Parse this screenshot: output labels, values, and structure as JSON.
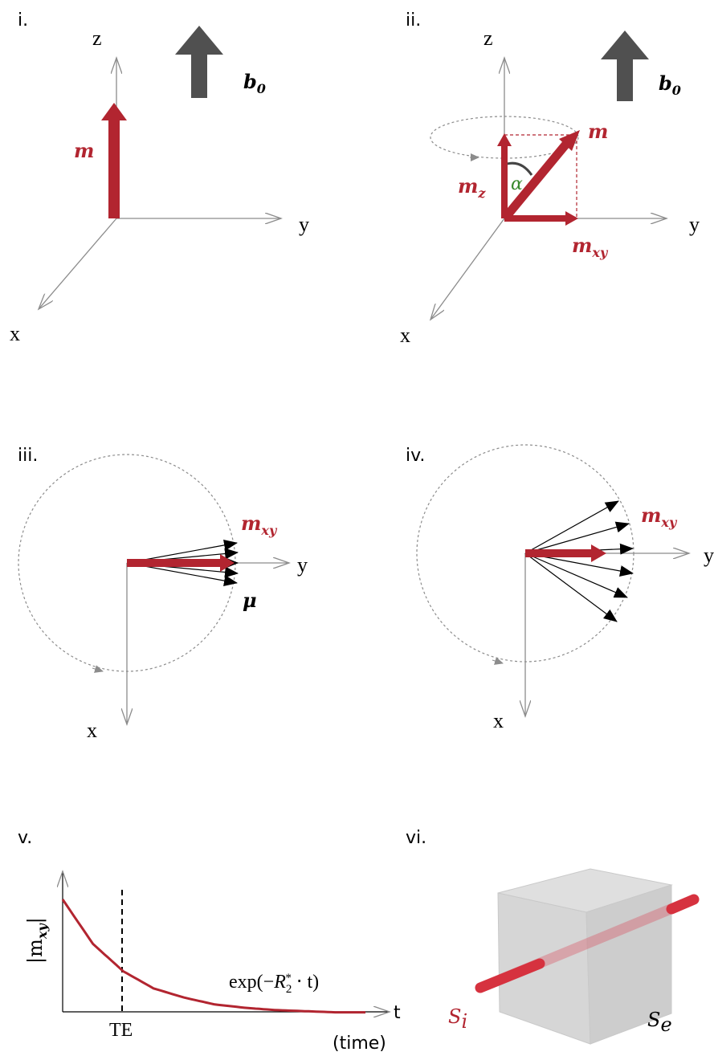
{
  "panels": {
    "i": {
      "label": "i.",
      "z": "z",
      "y": "y",
      "x": "x",
      "m": "m",
      "b0_main": "b",
      "b0_sub": "0"
    },
    "ii": {
      "label": "ii.",
      "z": "z",
      "y": "y",
      "x": "x",
      "m": "m",
      "mz_main": "m",
      "mz_sub": "z",
      "mxy_main": "m",
      "mxy_sub": "xy",
      "alpha": "α",
      "b0_main": "b",
      "b0_sub": "0"
    },
    "iii": {
      "label": "iii.",
      "y": "y",
      "x": "x",
      "mxy_main": "m",
      "mxy_sub": "xy",
      "mu": "μ"
    },
    "iv": {
      "label": "iv.",
      "y": "y",
      "x": "x",
      "mxy_main": "m",
      "mxy_sub": "xy"
    },
    "v": {
      "label": "v.",
      "ylabel_main": "|m",
      "ylabel_sub": "xy",
      "ylabel_end": "|",
      "xlabel_t": "t",
      "xlabel_time": "(time)",
      "te": "TE",
      "curve_label_pre": "exp(−",
      "curve_label_R": "R",
      "curve_label_sub": "2",
      "curve_label_sup": "*",
      "curve_label_post": " ⋅ t)"
    },
    "vi": {
      "label": "vi.",
      "si_main": "S",
      "si_sub": "i",
      "se_main": "S",
      "se_sub": "e"
    }
  },
  "colors": {
    "accent": "#b22530",
    "arrow_gray": "#505050",
    "axis_gray": "#8c8c8c",
    "alpha_green": "#3a8a2e"
  },
  "chart_data": {
    "type": "line",
    "series": [
      {
        "values_description_shape": "exponential decay",
        "x": [
          0,
          1,
          2,
          3,
          4,
          5,
          6,
          7,
          8,
          9,
          10
        ],
        "y": [
          1.0,
          0.61,
          0.37,
          0.22,
          0.14,
          0.08,
          0.05,
          0.03,
          0.02,
          0.01,
          0.01
        ]
      }
    ],
    "annotations": [
      "TE",
      "exp(−R2*⋅t)"
    ],
    "xlabel": "t (time)",
    "ylabel": "|mxy|"
  }
}
